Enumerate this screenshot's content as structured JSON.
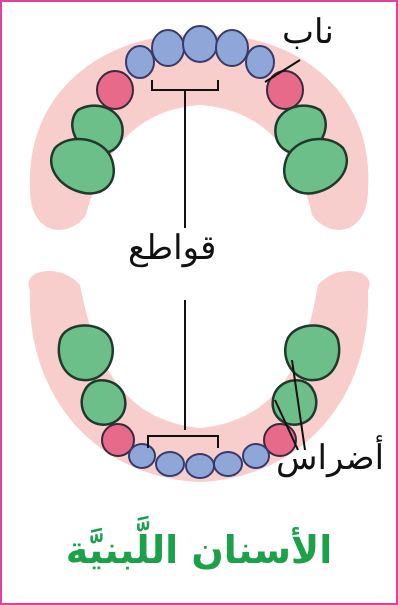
{
  "labels": {
    "canine": "ناب",
    "incisors": "قواطع",
    "molars": "أضراس"
  },
  "title": "الأسنان اللَّبنيَّة",
  "colors": {
    "border": "#e040a0",
    "gum": "#f6c9c6",
    "incisor": "#8fa7d8",
    "canine": "#e86a8a",
    "molar": "#6dbf8a",
    "title": "#1aa14a"
  }
}
